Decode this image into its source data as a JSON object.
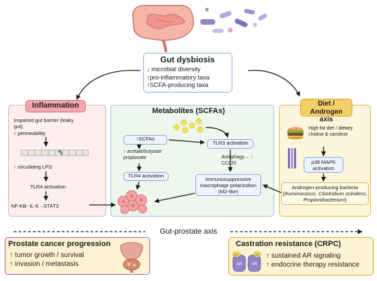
{
  "dysbiosis": {
    "title": "Gut dysbiosis",
    "items": [
      "↓ microbial diversity",
      "↑pro-inflammatory taxa",
      "↑SCFA-producing taxa"
    ]
  },
  "inflammation": {
    "title": "Inflammation",
    "barrier": "Impaired gut barrier (leaky gut)",
    "permeability": "↑ permeability",
    "lps": "↑ circulating LPS",
    "tlr4": "TLR4 activation",
    "pathway": "NF-KB- IL-6→STAT3"
  },
  "metabolites": {
    "title": "Metabolites (SCFAs)",
    "scfas": "↑SCFAs",
    "acetate": "↑ acetate/butyrate propionate",
    "tlr4": "TLR4 activation",
    "tlr3": "TLR3 activation",
    "autophagy": "Autophagy→ ↑ CCL20",
    "macrophage": "Immunosuppressive macrophage polarization (M2-like)"
  },
  "diet": {
    "title_line1": "Diet / Androgen",
    "title_line2": "axis",
    "highfat": "High-fat diet / dietary choline & carnitine",
    "p38": "p38 MAPK activation",
    "bacteria_intro": "Androgen-producing bacteria (",
    "bacteria_species": "Ruminococus, Clostridium scindens, Propionibacterium",
    "bacteria_end": ")"
  },
  "axis_label": "Gut-prostate axis",
  "prostate": {
    "title": "Prostate cancer progression",
    "items": [
      "↑ tumor growth / survival",
      "↑ invasion / metastasis"
    ]
  },
  "crpc": {
    "title": "Castration resistance (CRPC)",
    "items": [
      "↑ sustained AR signaling",
      "↑ endocrine therapy resistance"
    ],
    "ar_label": "AR",
    "dht_label": "DHT"
  },
  "colors": {
    "inflammation_bg": "#fdeef0",
    "inflammation_title": "#f2a7ad",
    "metabolites_bg": "#eef7ee",
    "diet_bg": "#fdf5dc",
    "diet_border": "#e0b84a",
    "bottom_bg": "#fdf3d2",
    "pill_border": "#7fa7d9"
  }
}
